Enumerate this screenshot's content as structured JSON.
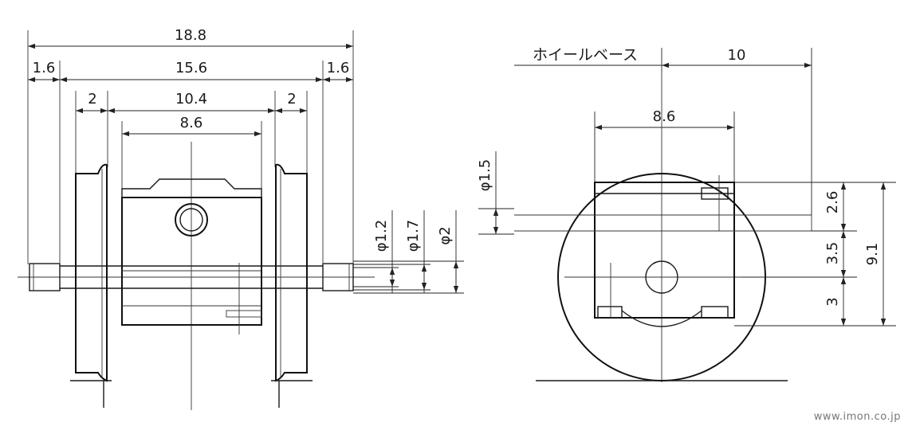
{
  "front_view": {
    "dim_overall": "18.8",
    "dim_axle_left": "1.6",
    "dim_between_axles": "15.6",
    "dim_axle_right": "1.6",
    "dim_wheel_left": "2",
    "dim_inner": "10.4",
    "dim_wheel_right": "2",
    "dim_body": "8.6",
    "dim_phi_1_2": "φ1.2",
    "dim_phi_1_7": "φ1.7",
    "dim_phi_2": "φ2"
  },
  "side_view": {
    "wheelbase_label": "ホイールベース",
    "dim_wheelbase_half": "10",
    "dim_body": "8.6",
    "dim_phi_1_5": "φ1.5",
    "dim_2_6": "2.6",
    "dim_3_5": "3.5",
    "dim_3": "3",
    "dim_9_1": "9.1"
  },
  "watermark": "www.imon.co.jp"
}
